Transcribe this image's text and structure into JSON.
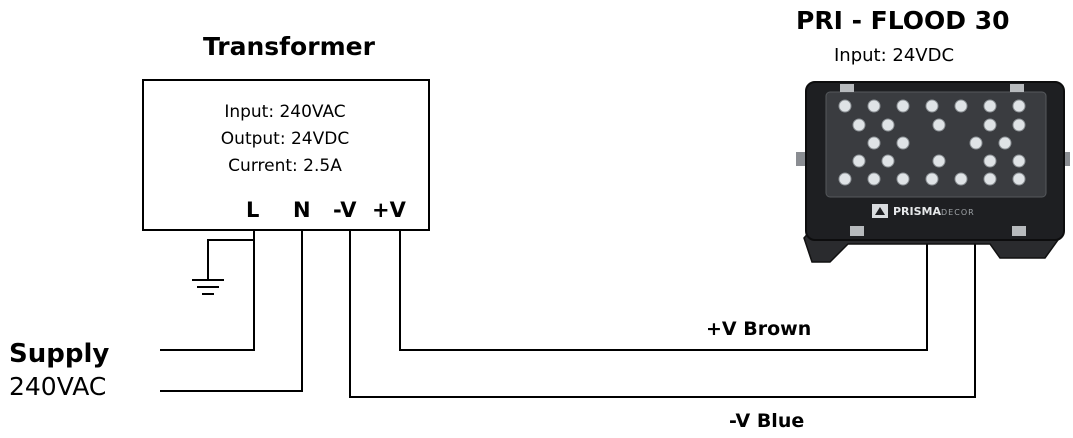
{
  "transformer": {
    "title": "Transformer",
    "specs": [
      "Input:  240VAC",
      "Output: 24VDC",
      "Current: 2.5A"
    ],
    "terminals": [
      "L",
      "N",
      "-V",
      "+V"
    ]
  },
  "fixture": {
    "title": "PRI - FLOOD 30",
    "input": "Input: 24VDC",
    "brand": "PRISMA",
    "brand_suffix": "DECOR"
  },
  "supply": {
    "title": "Supply",
    "voltage": "240VAC"
  },
  "wires": {
    "positive": "+V Brown",
    "negative": "-V Blue"
  },
  "icons": [
    "ground-icon"
  ],
  "colors": {
    "line": "#000000",
    "fixture_body": "#1e1f22",
    "led": "#dfe3e6"
  }
}
